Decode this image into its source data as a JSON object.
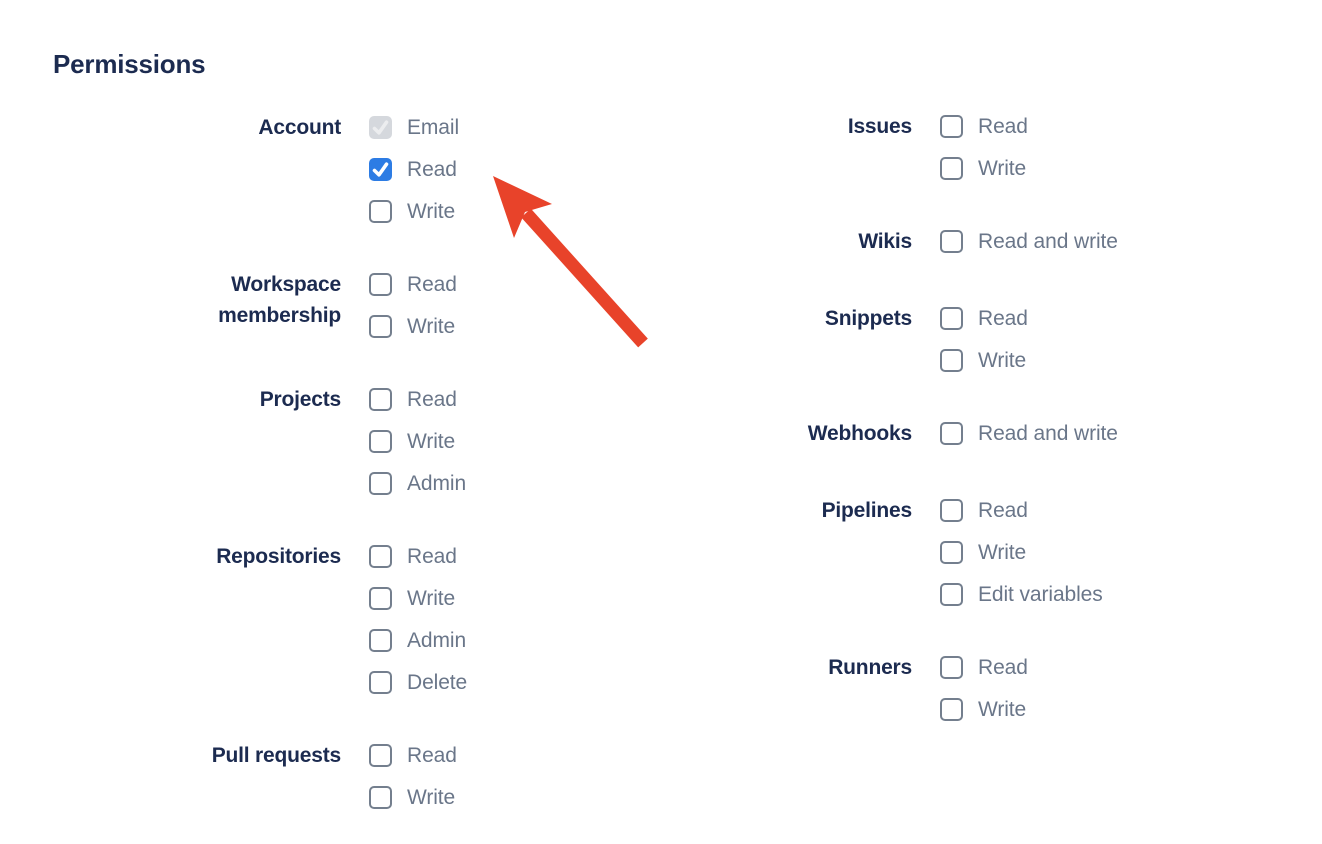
{
  "heading": "Permissions",
  "colors": {
    "heading_navy": "#1C2B50",
    "option_label_grey": "#6A7689",
    "checkbox_border_grey": "#747F8E",
    "checked_blue": "#2D7CE4",
    "disabled_checkbox_grey": "#D5D8DD",
    "arrow_red": "#E8432A"
  },
  "permissions": {
    "columns": [
      {
        "side": "left",
        "groups": [
          {
            "label": "Account",
            "options": [
              {
                "label": "Email",
                "state": "checked-disabled"
              },
              {
                "label": "Read",
                "state": "checked"
              },
              {
                "label": "Write",
                "state": "unchecked"
              }
            ]
          },
          {
            "label": "Workspace membership",
            "options": [
              {
                "label": "Read",
                "state": "unchecked"
              },
              {
                "label": "Write",
                "state": "unchecked"
              }
            ]
          },
          {
            "label": "Projects",
            "options": [
              {
                "label": "Read",
                "state": "unchecked"
              },
              {
                "label": "Write",
                "state": "unchecked"
              },
              {
                "label": "Admin",
                "state": "unchecked"
              }
            ]
          },
          {
            "label": "Repositories",
            "options": [
              {
                "label": "Read",
                "state": "unchecked"
              },
              {
                "label": "Write",
                "state": "unchecked"
              },
              {
                "label": "Admin",
                "state": "unchecked"
              },
              {
                "label": "Delete",
                "state": "unchecked"
              }
            ]
          },
          {
            "label": "Pull requests",
            "options": [
              {
                "label": "Read",
                "state": "unchecked"
              },
              {
                "label": "Write",
                "state": "unchecked"
              }
            ]
          }
        ]
      },
      {
        "side": "right",
        "groups": [
          {
            "label": "Issues",
            "options": [
              {
                "label": "Read",
                "state": "unchecked"
              },
              {
                "label": "Write",
                "state": "unchecked"
              }
            ]
          },
          {
            "label": "Wikis",
            "options": [
              {
                "label": "Read and write",
                "state": "unchecked"
              }
            ]
          },
          {
            "label": "Snippets",
            "options": [
              {
                "label": "Read",
                "state": "unchecked"
              },
              {
                "label": "Write",
                "state": "unchecked"
              }
            ]
          },
          {
            "label": "Webhooks",
            "options": [
              {
                "label": "Read and write",
                "state": "unchecked"
              }
            ]
          },
          {
            "label": "Pipelines",
            "options": [
              {
                "label": "Read",
                "state": "unchecked"
              },
              {
                "label": "Write",
                "state": "unchecked"
              },
              {
                "label": "Edit variables",
                "state": "unchecked"
              }
            ]
          },
          {
            "label": "Runners",
            "options": [
              {
                "label": "Read",
                "state": "unchecked"
              },
              {
                "label": "Write",
                "state": "unchecked"
              }
            ]
          }
        ]
      }
    ]
  },
  "annotation": {
    "type": "arrow",
    "color": "#E8432A",
    "points_to_label": "Read"
  }
}
